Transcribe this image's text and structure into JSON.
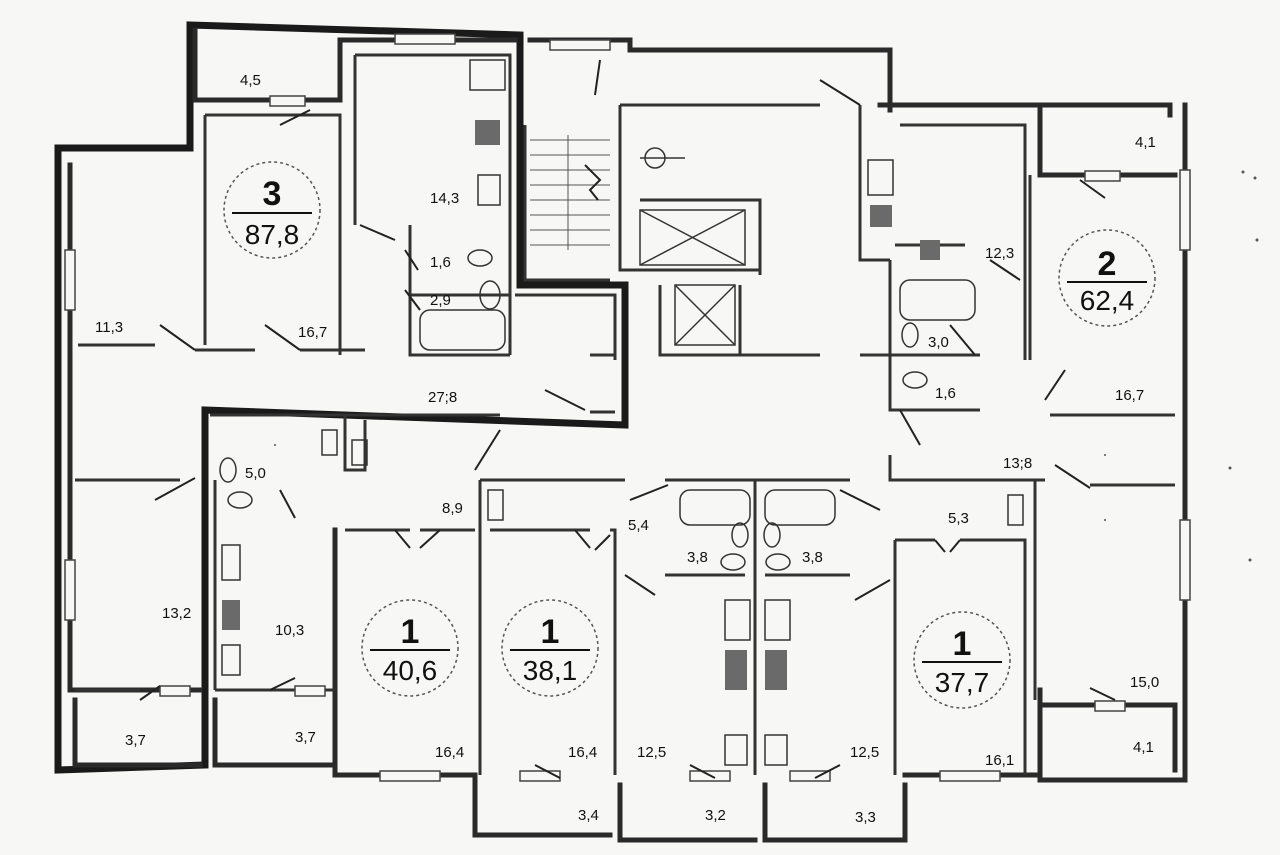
{
  "floor_plan": {
    "apartments": [
      {
        "id": "apt-3",
        "rooms": "3",
        "area": "87,8"
      },
      {
        "id": "apt-2",
        "rooms": "2",
        "area": "62,4"
      },
      {
        "id": "apt-1a",
        "rooms": "1",
        "area": "40,6"
      },
      {
        "id": "apt-1b",
        "rooms": "1",
        "area": "38,1"
      },
      {
        "id": "apt-1c",
        "rooms": "1",
        "area": "37,7"
      }
    ],
    "room_areas": [
      "4,5",
      "14,3",
      "1,6",
      "2,9",
      "11,3",
      "16,7",
      "27;8",
      "4,1",
      "12,3",
      "3,0",
      "1,6",
      "16,7",
      "13;8",
      "5,3",
      "5,0",
      "8,9",
      "5,4",
      "3,8",
      "3,8",
      "13,2",
      "10,3",
      "15,0",
      "3,7",
      "3,7",
      "16,4",
      "16,4",
      "12,5",
      "12,5",
      "16,1",
      "4,1",
      "3,4",
      "3,2",
      "3,3"
    ]
  }
}
